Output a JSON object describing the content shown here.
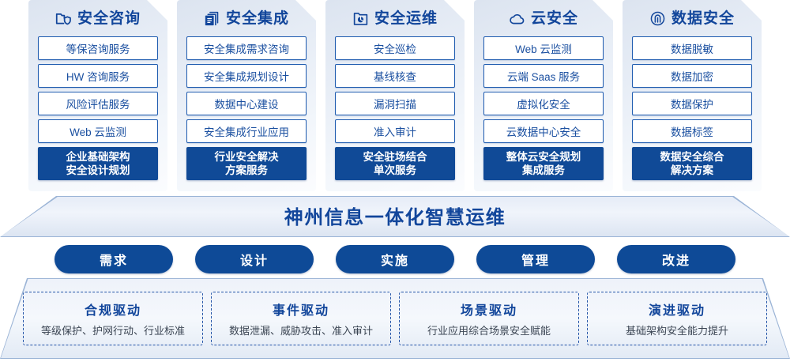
{
  "columns": [
    {
      "icon": "folder-shield-icon",
      "title": "安全咨询",
      "items": [
        "等保咨询服务",
        "HW 咨询服务",
        "风险评估服务",
        "Web 云监测"
      ],
      "footer_line1": "企业基础架构",
      "footer_line2": "安全设计规划"
    },
    {
      "icon": "documents-stack-icon",
      "title": "安全集成",
      "items": [
        "安全集成需求咨询",
        "安全集成规划设计",
        "数据中心建设",
        "安全集成行业应用"
      ],
      "footer_line1": "行业安全解决",
      "footer_line2": "方案服务"
    },
    {
      "icon": "monitor-chart-icon",
      "title": "安全运维",
      "items": [
        "安全巡检",
        "基线核查",
        "漏洞扫描",
        "准入审计"
      ],
      "footer_line1": "安全驻场结合",
      "footer_line2": "单次服务"
    },
    {
      "icon": "cloud-icon",
      "title": "云安全",
      "items": [
        "Web 云监测",
        "云端 Saas 服务",
        "虚拟化安全",
        "云数据中心安全"
      ],
      "footer_line1": "整体云安全规划",
      "footer_line2": "集成服务"
    },
    {
      "icon": "fingerprint-icon",
      "title": "数据安全",
      "items": [
        "数据脱敏",
        "数据加密",
        "数据保护",
        "数据标签"
      ],
      "footer_line1": "数据安全综合",
      "footer_line2": "解决方案"
    }
  ],
  "banner": {
    "text": "神州信息一体化智慧运维"
  },
  "pills": [
    {
      "label": "需求"
    },
    {
      "label": "设计"
    },
    {
      "label": "实施"
    },
    {
      "label": "管理"
    },
    {
      "label": "改进"
    }
  ],
  "drivers": [
    {
      "title": "合规驱动",
      "subtitle": "等级保护、护网行动、行业标准"
    },
    {
      "title": "事件驱动",
      "subtitle": "数据泄漏、威胁攻击、准入审计"
    },
    {
      "title": "场景驱动",
      "subtitle": "行业应用综合场景安全赋能"
    },
    {
      "title": "演进驱动",
      "subtitle": "基础架构安全能力提升"
    }
  ],
  "colors": {
    "brand_blue": "#12469b",
    "deep_blue": "#0e4a97",
    "border_blue": "#1f5cb0",
    "panel_bg": "#e7edf6"
  }
}
